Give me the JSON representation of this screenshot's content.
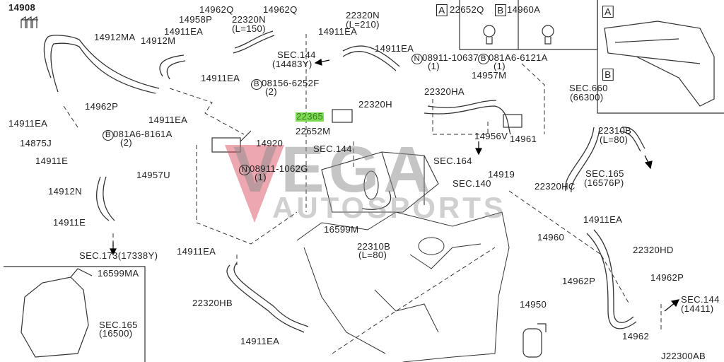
{
  "diagram": {
    "title_code": "J22300AB",
    "highlight_color": "#7ddc54",
    "labels": [
      "14908",
      "14912MA",
      "14912M",
      "14958P",
      "14962Q",
      "22320N",
      "(L=150)",
      "14962Q",
      "14911EA",
      "14911EA",
      "14962P",
      "14911EA",
      "14911EA",
      "14875J",
      "14911E",
      "14912N",
      "14911E",
      "SEC.173(17338Y)",
      "14957U",
      "B",
      "081A6-8161A",
      "(2)",
      "14920",
      "N",
      "08911-1062G",
      "(1)",
      "SEC.144",
      "(14483Y)",
      "B",
      "08156-6252F",
      "(2)",
      "22365",
      "22652M",
      "SEC.144",
      "22320N",
      "(L=210)",
      "14911EA",
      "14911EA",
      "N",
      "08911-10637",
      "(1)",
      "B",
      "081A6-6121A",
      "(1)",
      "14957M",
      "22320HA",
      "22320H",
      "SEC.164",
      "14956V",
      "14961",
      "14919",
      "22320HC",
      "22310B",
      "(L=80)",
      "SEC.165",
      "(16576P)",
      "SEC.140",
      "A",
      "22652Q",
      "B",
      "14960A",
      "A",
      "B",
      "SEC.660",
      "(66300)",
      "16599M",
      "22310B",
      "(L=80)",
      "14960",
      "14911EA",
      "22320HD",
      "14962P",
      "14962P",
      "SEC.144",
      "(14411)",
      "14962",
      "14950",
      "14911EA",
      "22320HB",
      "14911EA",
      "16599MA",
      "SEC.165",
      "(16500)",
      "J22300AB"
    ],
    "highlighted_part": "22365"
  },
  "watermark": {
    "line1": "VEGA",
    "line2": "AUTOSPORTS"
  }
}
